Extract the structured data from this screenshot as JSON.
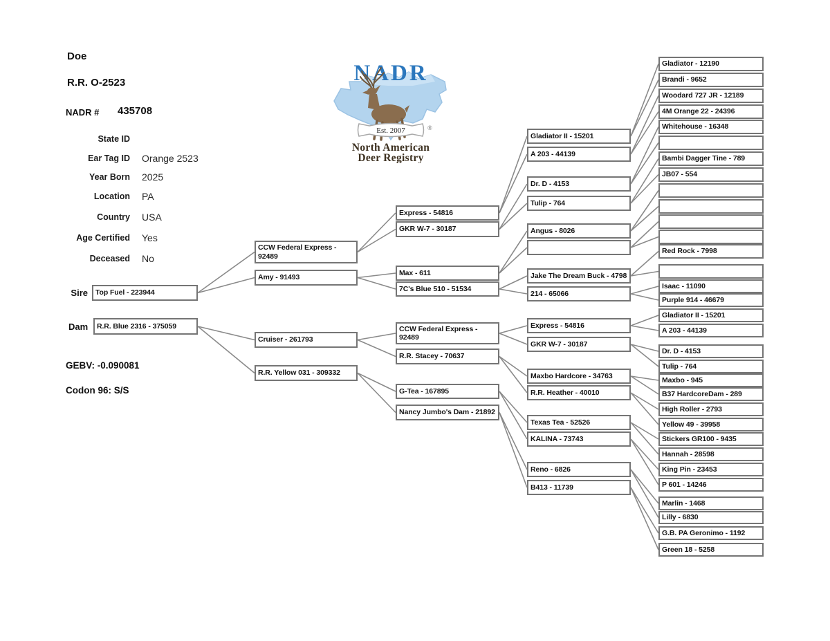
{
  "header": {
    "sex": "Doe",
    "animal_name": "R.R. O-2523",
    "nadr_label": "NADR #",
    "nadr_number": "435708"
  },
  "info": {
    "fields": [
      {
        "label": "State ID",
        "value": ""
      },
      {
        "label": "Ear Tag ID",
        "value": "Orange 2523"
      },
      {
        "label": "Year Born",
        "value": "2025"
      },
      {
        "label": "Location",
        "value": "PA"
      },
      {
        "label": "Country",
        "value": "USA"
      },
      {
        "label": "Age Certified",
        "value": "Yes"
      },
      {
        "label": "Deceased",
        "value": "No"
      }
    ],
    "gebv": "GEBV: -0.090081",
    "codon": "Codon 96: S/S"
  },
  "logo": {
    "acronym": "NADR",
    "established": "Est. 2007",
    "org_line1": "North American",
    "org_line2": "Deer Registry",
    "reg_mark": "®"
  },
  "colors": {
    "logo_blue": "#2b77bd",
    "map_blue": "#b3d4ee",
    "deer_brown": "#8a6d4e",
    "box_border": "#757575",
    "wire_gray": "#8a8a8a"
  },
  "pedigree": {
    "sire_label": "Sire",
    "dam_label": "Dam",
    "sire": "Top Fuel - 223944",
    "dam": "R.R. Blue 2316 - 375059",
    "gen2": [
      "CCW Federal Express - 92489",
      "Amy - 91493",
      "Cruiser - 261793",
      "R.R. Yellow 031 - 309332"
    ],
    "gen3": [
      "Express - 54816",
      "GKR W-7 - 30187",
      "Max - 611",
      "7C's Blue 510 - 51534",
      "CCW Federal Express - 92489",
      "R.R. Stacey - 70637",
      "G-Tea - 167895",
      "Nancy Jumbo's Dam - 21892"
    ],
    "gen4": [
      "Gladiator II - 15201",
      "A 203 - 44139",
      "Dr. D - 4153",
      "Tulip - 764",
      "Angus - 8026",
      "",
      "Jake The Dream Buck - 4798",
      "214 - 65066",
      "Express - 54816",
      "GKR W-7 - 30187",
      "Maxbo Hardcore - 34763",
      "R.R. Heather - 40010",
      "Texas Tea - 52526",
      "KALINA - 73743",
      "Reno - 6826",
      "B413 - 11739"
    ],
    "gen5": [
      "Gladiator - 12190",
      "Brandi - 9652",
      "Woodard 727 JR - 12189",
      "4M Orange 22 - 24396",
      "Whitehouse - 16348",
      "",
      "Bambi Dagger Tine - 789",
      "JB07 - 554",
      "",
      "",
      "",
      "",
      "Red Rock - 7998",
      "",
      "Isaac - 11090",
      "Purple 914 - 46679",
      "Gladiator II - 15201",
      "A 203 - 44139",
      "Dr. D - 4153",
      "Tulip - 764",
      "Maxbo - 945",
      "B37 HardcoreDam - 289",
      "High Roller - 2793",
      "Yellow 49 - 39958",
      "Stickers GR100 - 9435",
      "Hannah - 28598",
      "King Pin - 23453",
      "P 601 - 14246",
      "Marlin - 1468",
      "Lilly - 6830",
      "G.B. PA Geronimo - 1192",
      "Green 18 - 5258"
    ]
  }
}
